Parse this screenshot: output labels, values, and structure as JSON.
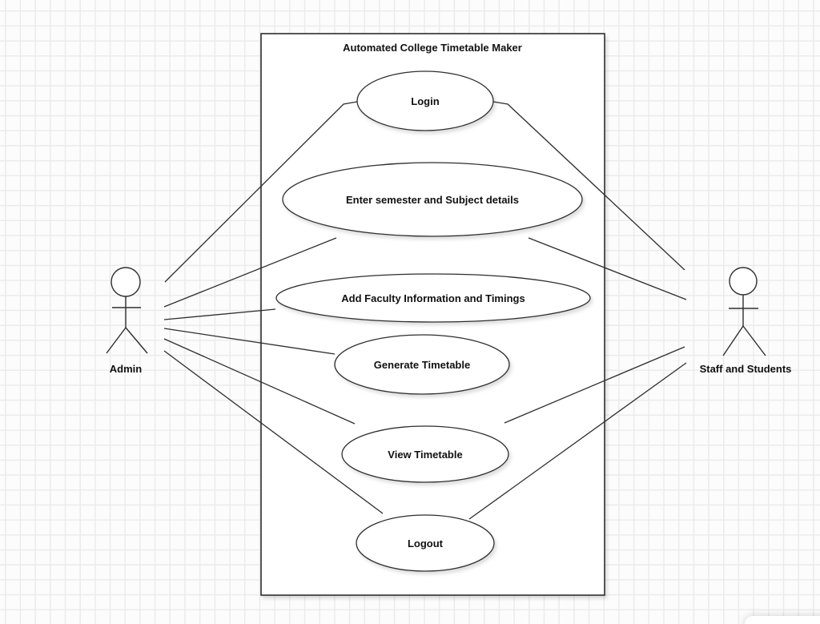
{
  "diagram": {
    "title": "Automated College Timetable Maker",
    "actors": [
      {
        "name": "Admin"
      },
      {
        "name": "Staff and Students"
      }
    ],
    "use_cases": [
      {
        "label": "Login"
      },
      {
        "label": "Enter semester and Subject details"
      },
      {
        "label": "Add Faculty Information and Timings"
      },
      {
        "label": "Generate Timetable"
      },
      {
        "label": "View Timetable"
      },
      {
        "label": "Logout"
      }
    ],
    "associations": [
      {
        "from": "Admin",
        "to": "Login"
      },
      {
        "from": "Admin",
        "to": "Enter semester and Subject details"
      },
      {
        "from": "Admin",
        "to": "Add Faculty Information and Timings"
      },
      {
        "from": "Admin",
        "to": "Generate Timetable"
      },
      {
        "from": "Admin",
        "to": "View Timetable"
      },
      {
        "from": "Admin",
        "to": "Logout"
      },
      {
        "from": "Staff and Students",
        "to": "Login"
      },
      {
        "from": "Staff and Students",
        "to": "Enter semester and Subject details"
      },
      {
        "from": "Staff and Students",
        "to": "View Timetable"
      },
      {
        "from": "Staff and Students",
        "to": "Logout"
      }
    ],
    "colors": {
      "shape_fill": "#ffffff",
      "shape_stroke": "#2e2e2e",
      "text": "#111111",
      "grid_line": "#ebebeb",
      "canvas_bg": "#fcfcfc"
    }
  }
}
